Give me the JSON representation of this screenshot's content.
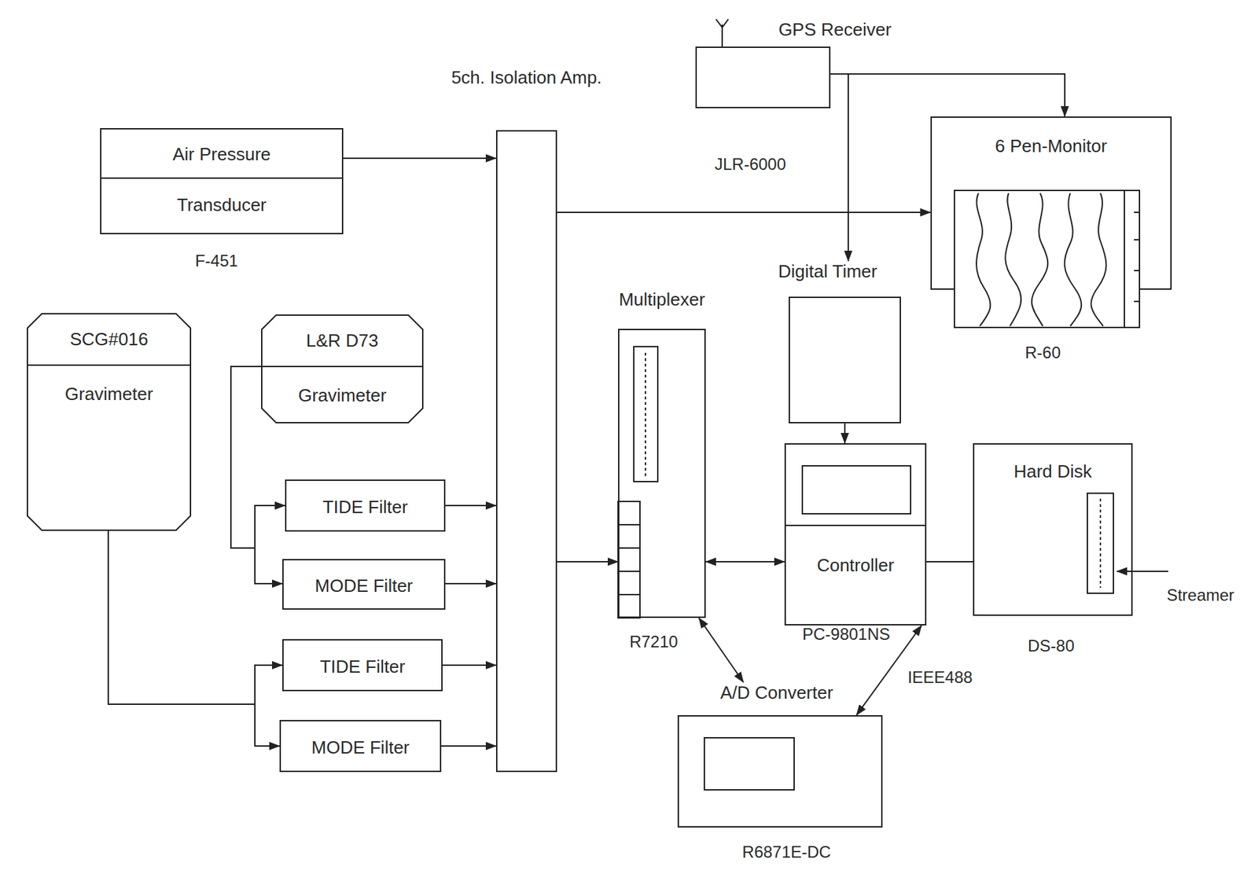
{
  "diagram": {
    "nodes": [
      {
        "text": [
          "Air Pressure",
          "Transducer"
        ]
      },
      {
        "text": [
          "5ch. Isolation Amp."
        ]
      },
      {
        "text": [
          "GPS Receiver"
        ]
      },
      {
        "text": [
          "6 Pen-Monitor"
        ]
      },
      {
        "text": [
          "SCG#016",
          "Gravimeter"
        ]
      },
      {
        "text": [
          "L&R D73",
          "Gravimeter"
        ]
      },
      {
        "text": [
          "TIDE Filter"
        ]
      },
      {
        "text": [
          "MODE Filter"
        ]
      },
      {
        "text": [
          "TIDE Filter"
        ]
      },
      {
        "text": [
          "MODE Filter"
        ]
      },
      {
        "text": [
          "Multiplexer"
        ]
      },
      {
        "text": [
          "Digital Timer"
        ]
      },
      {
        "text": [
          "Controller"
        ]
      },
      {
        "text": [
          "Hard Disk"
        ]
      },
      {
        "text": [
          "A/D Converter"
        ]
      }
    ],
    "edges": [
      {
        "from": 0,
        "to": 1,
        "arrow": "to"
      },
      {
        "from": 5,
        "to": 6,
        "arrow": "to"
      },
      {
        "from": 5,
        "to": 7,
        "arrow": "to"
      },
      {
        "from": 4,
        "to": 8,
        "arrow": "to"
      },
      {
        "from": 4,
        "to": 9,
        "arrow": "to"
      },
      {
        "from": 6,
        "to": 1,
        "arrow": "to"
      },
      {
        "from": 7,
        "to": 1,
        "arrow": "to"
      },
      {
        "from": 8,
        "to": 1,
        "arrow": "to"
      },
      {
        "from": 9,
        "to": 1,
        "arrow": "to"
      },
      {
        "from": 1,
        "to": 3,
        "arrow": "to"
      },
      {
        "from": 1,
        "to": 10,
        "arrow": "to"
      },
      {
        "from": 2,
        "to": 3,
        "arrow": "to"
      },
      {
        "from": 2,
        "to": 11,
        "arrow": "to"
      },
      {
        "from": 11,
        "to": 12,
        "arrow": "to"
      },
      {
        "from": 10,
        "to": 12,
        "arrow": "both"
      },
      {
        "from": 12,
        "to": 13,
        "arrow": "none"
      },
      {
        "from": 10,
        "to": 14,
        "arrow": "both"
      },
      {
        "from": 14,
        "to": 12,
        "arrow": "both"
      }
    ],
    "labels": [
      "F-451",
      "JLR-6000",
      "R-60",
      "R7210",
      "PC-9801NS",
      "DS-80",
      "R6871E-DC",
      "IEEE488",
      "Streamer"
    ]
  }
}
